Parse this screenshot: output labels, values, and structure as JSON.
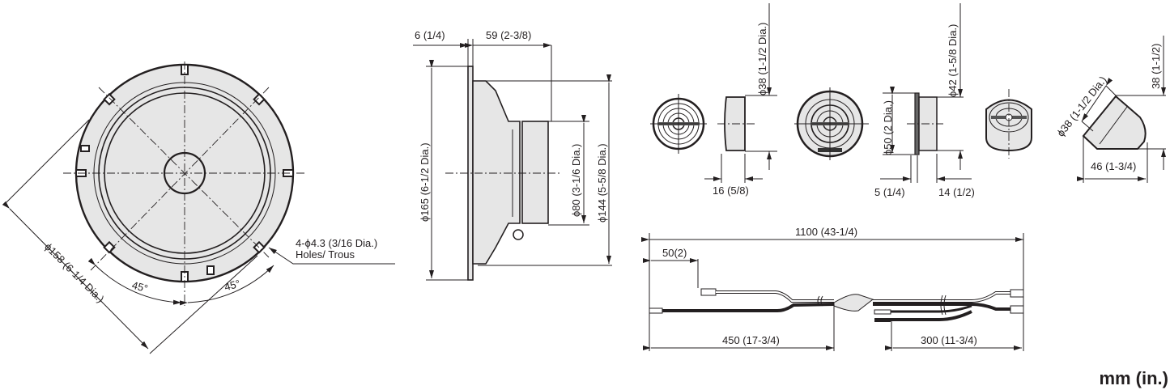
{
  "units_label": "mm (in.)",
  "colors": {
    "line": "#231f20",
    "part_fill": "#e6e6e6",
    "background": "#ffffff"
  },
  "woofer_front": {
    "diameter_label": "ϕ158 (6-1/4 Dia.)",
    "angle_left": "45°",
    "angle_right": "45°",
    "holes_label_line1": "4-ϕ4.3 (3/16 Dia.)",
    "holes_label_line2": "Holes/ Trous"
  },
  "woofer_side": {
    "flange_depth": "6 (1/4)",
    "mount_depth": "59 (2-3/8)",
    "outer_diameter": "ϕ165 (6-1/2 Dia.)",
    "magnet_diameter": "ϕ80 (3-1/6 Dia.)",
    "cutout_diameter": "ϕ144 (5-5/8 Dia.)"
  },
  "tweeter_surface": {
    "diameter": "ϕ38 (1-1/2 Dia.)",
    "depth": "16 (5/8)"
  },
  "tweeter_flush": {
    "flange_diameter": "ϕ50 (2 Dia.)",
    "cutout_diameter": "ϕ42 (1-5/8 Dia.)",
    "flange_depth": "5 (1/4)",
    "mount_depth": "14 (1/2)"
  },
  "tweeter_angled": {
    "diameter": "ϕ38 (1-1/2 Dia.)",
    "height": "38 (1-1/2)",
    "width": "46 (1-3/4)"
  },
  "cable": {
    "total_length": "1100 (43-1/4)",
    "offset": "50(2)",
    "left_length": "450 (17-3/4)",
    "right_length": "300 (11-3/4)"
  }
}
